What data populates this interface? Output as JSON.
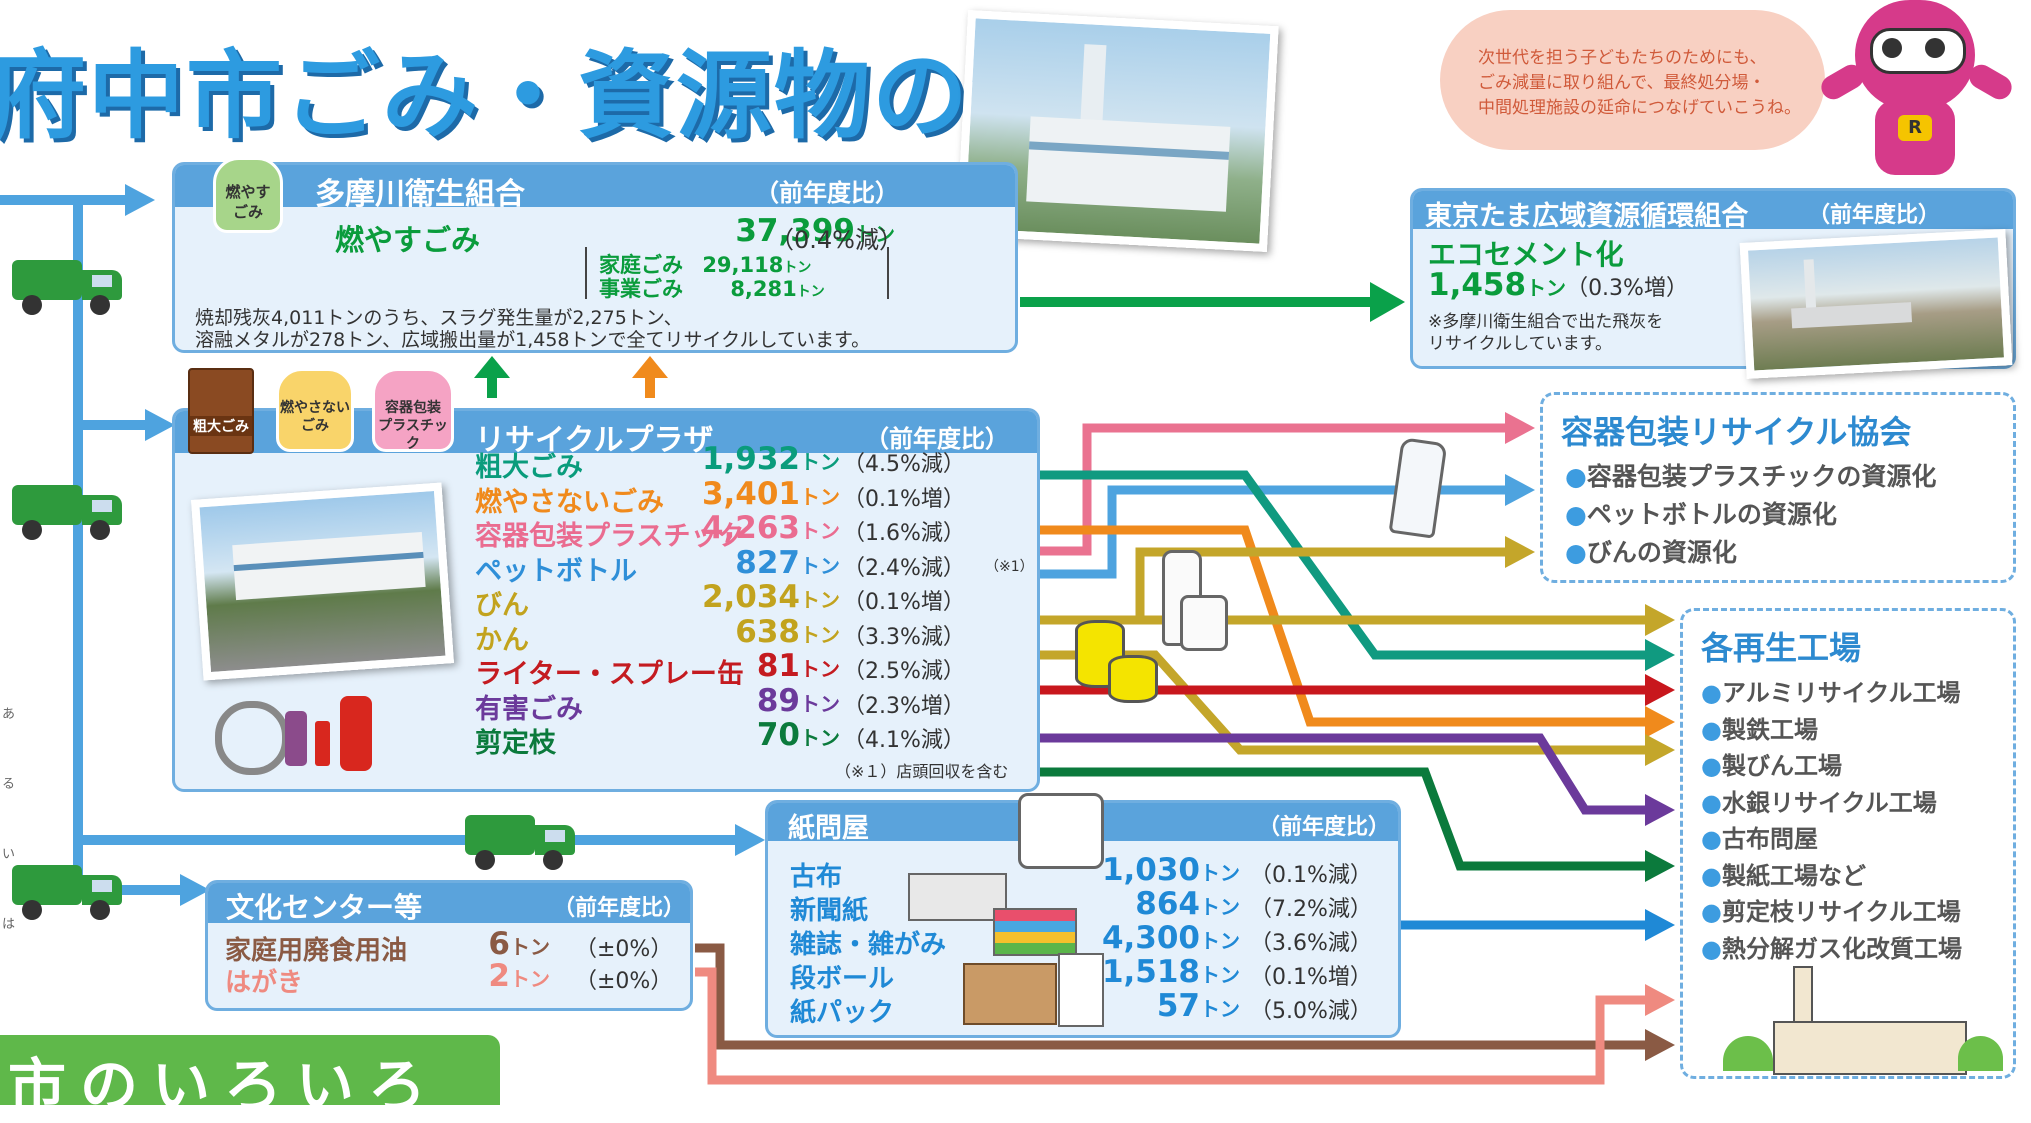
{
  "title": "府中市ごみ・資源物の流れ",
  "bottom_banner": "市のいろいろ",
  "side_text": "あるいは",
  "speech": {
    "lines": [
      "次世代を担う子どもたちのためにも、",
      "ごみ減量に取り組んで、最終処分場・",
      "中間処理施設の延命につなげていこうね。"
    ],
    "mascot_badge": "R"
  },
  "tama": {
    "name": "多摩川衛生組合",
    "compare": "（前年度比）",
    "bag_label": "燃やす\nごみ",
    "item": "燃やすごみ",
    "value": "37,399",
    "unit": "トン",
    "change": "（0.4%減）",
    "sub": [
      {
        "label": "家庭ごみ",
        "value": "29,118",
        "unit": "トン"
      },
      {
        "label": "事業ごみ",
        "value": "8,281",
        "unit": "トン"
      }
    ],
    "note_lines": [
      "焼却残灰4,011トンのうち、スラグ発生量が2,275トン、",
      "溶融メタルが278トン、広域搬出量が1,458トンで全てリサイクルしています。"
    ]
  },
  "tokyo": {
    "name": "東京たま広域資源循環組合",
    "compare": "（前年度比）",
    "item": "エコセメント化",
    "value": "1,458",
    "unit": "トン",
    "change": "（0.3%増）",
    "note_lines": [
      "※多摩川衛生組合で出た飛灰を",
      "リサイクルしています。"
    ]
  },
  "plaza": {
    "name": "リサイクルプラザ",
    "compare": "（前年度比）",
    "icons": [
      "粗大ごみ",
      "燃やさない\nごみ",
      "容器包装\nプラスチック"
    ],
    "rows": [
      {
        "label": "粗大ごみ",
        "value": "1,932",
        "unit": "トン",
        "change": "（4.5%減）",
        "color": "#0a9c7c"
      },
      {
        "label": "燃やさないごみ",
        "value": "3,401",
        "unit": "トン",
        "change": "（0.1%増）",
        "color": "#f08a1c"
      },
      {
        "label": "容器包装プラスチック",
        "value": "4,263",
        "unit": "トン",
        "change": "（1.6%減）",
        "color": "#ea6c90"
      },
      {
        "label": "ペットボトル",
        "value": "827",
        "unit": "トン",
        "change": "（2.4%減）",
        "extra": "（※1）",
        "color": "#2f8fd8"
      },
      {
        "label": "びん",
        "value": "2,034",
        "unit": "トン",
        "change": "（0.1%増）",
        "color": "#c2a31e"
      },
      {
        "label": "かん",
        "value": "638",
        "unit": "トン",
        "change": "（3.3%減）",
        "color": "#c2a31e"
      },
      {
        "label": "ライター・スプレー缶",
        "value": "81",
        "unit": "トン",
        "change": "（2.5%減）",
        "color": "#c41b20"
      },
      {
        "label": "有害ごみ",
        "value": "89",
        "unit": "トン",
        "change": "（2.3%増）",
        "color": "#6b3a9b"
      },
      {
        "label": "剪定枝",
        "value": "70",
        "unit": "トン",
        "change": "（4.1%減）",
        "color": "#0b7a3c"
      }
    ],
    "footnote": "（※１）店頭回収を含む"
  },
  "paper": {
    "name": "紙問屋",
    "compare": "（前年度比）",
    "rows": [
      {
        "label": "古布",
        "value": "1,030",
        "unit": "トン",
        "change": "（0.1%減）"
      },
      {
        "label": "新聞紙",
        "value": "864",
        "unit": "トン",
        "change": "（7.2%減）"
      },
      {
        "label": "雑誌・雑がみ",
        "value": "4,300",
        "unit": "トン",
        "change": "（3.6%減）"
      },
      {
        "label": "段ボール",
        "value": "1,518",
        "unit": "トン",
        "change": "（0.1%増）"
      },
      {
        "label": "紙パック",
        "value": "57",
        "unit": "トン",
        "change": "（5.0%減）"
      }
    ]
  },
  "culture": {
    "name": "文化センター等",
    "compare": "（前年度比）",
    "rows": [
      {
        "label": "家庭用廃食用油",
        "value": "6",
        "unit": "トン",
        "change": "（±0%）",
        "color": "#8a5a44"
      },
      {
        "label": "はがき",
        "value": "2",
        "unit": "トン",
        "change": "（±0%）",
        "color": "#ef8a80"
      }
    ]
  },
  "yoki": {
    "title": "容器包装リサイクル協会",
    "items": [
      "容器包装プラスチックの資源化",
      "ペットボトルの資源化",
      "びんの資源化"
    ]
  },
  "factories": {
    "title": "各再生工場",
    "items": [
      "アルミリサイクル工場",
      "製鉄工場",
      "製びん工場",
      "水銀リサイクル工場",
      "古布問屋",
      "製紙工場など",
      "剪定枝リサイクル工場",
      "熱分解ガス化改質工場"
    ]
  },
  "colors": {
    "blue": "#4ea3df",
    "green": "#0aa14a",
    "orange": "#f08a1c",
    "pink": "#ea7290",
    "teal": "#109a80",
    "gold": "#c4a62a",
    "red": "#c8171d",
    "purple": "#6b3a9b",
    "darkgreen": "#0b7a3c",
    "brown": "#8a5a44",
    "salmon": "#ef8a80"
  }
}
